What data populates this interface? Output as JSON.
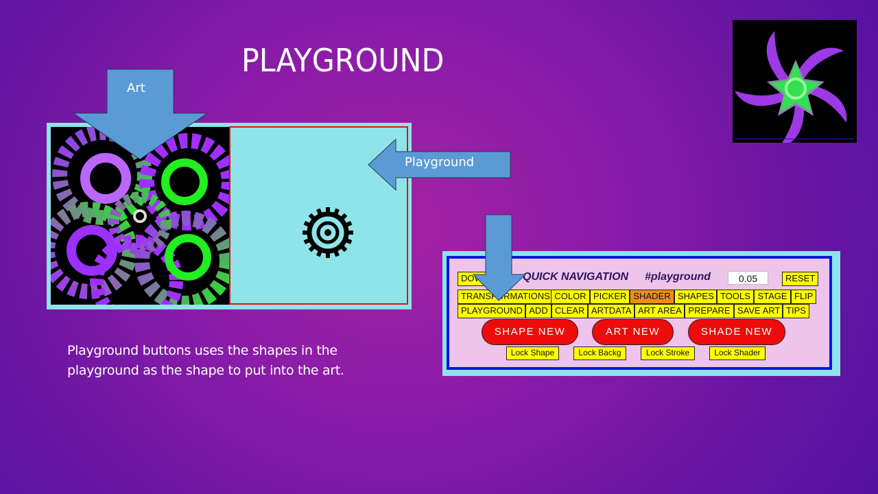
{
  "slide": {
    "title": "PLAYGROUND",
    "description_line1": "Playground buttons uses the shapes in the",
    "description_line2": "playground as the shape to put into the art.",
    "callouts": {
      "art": "Art",
      "playground": "Playground"
    }
  },
  "art_area": {
    "label": "art-canvas",
    "background": "#000000"
  },
  "playground_area": {
    "shape_icon": "gear-target-icon",
    "border_color": "#e61010",
    "background": "#8ee4e8"
  },
  "panel": {
    "heading": "QUICK NAVIGATION",
    "hash": "#playground",
    "value_input": "0.05",
    "download_label": "DOWNLOAD",
    "reset_label": "RESET",
    "row1": [
      "TRANSFORMATIONS",
      "COLOR",
      "PICKER",
      "SHADER",
      "SHAPES",
      "TOOLS",
      "STAGE",
      "FLIP"
    ],
    "row2": [
      "PLAYGROUND",
      "ADD",
      "CLEAR",
      "ARTDATA",
      "ART AREA",
      "PREPARE",
      "SAVE ART",
      "TIPS"
    ],
    "active_tab": "SHADER",
    "big_buttons": [
      "SHAPE NEW",
      "ART NEW",
      "SHADE NEW"
    ],
    "lock_buttons": [
      "Lock Shape",
      "Lock Backg",
      "Lock Stroke",
      "Lock Shader"
    ]
  },
  "colors": {
    "accent_yellow": "#ffff00",
    "active_orange": "#f08c1e",
    "new_red": "#ee0b0b",
    "panel_border": "#0a16e6",
    "arrow_blue": "#5b9bd5"
  }
}
